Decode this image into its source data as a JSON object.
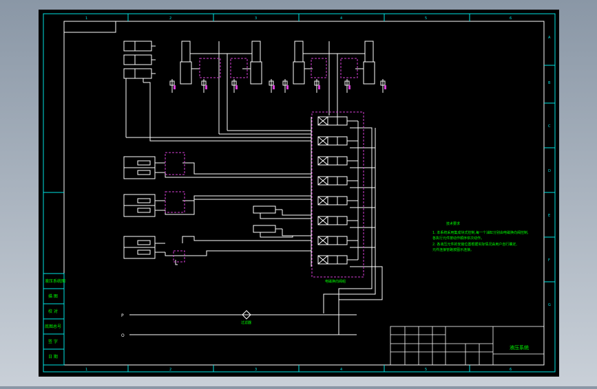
{
  "colors": {
    "canvas": "#000000",
    "sheet_border": "#00e5e5",
    "lines": "#ffffff",
    "dashed_groups": "#d63fd6",
    "text": "#00ff00",
    "frame_text": "#b8c4ff"
  },
  "grid_columns": [
    "1",
    "2",
    "3",
    "4",
    "5",
    "6"
  ],
  "grid_rows": [
    "A",
    "B",
    "C",
    "D",
    "E",
    "F",
    "G"
  ],
  "labels": {
    "main_note": "技术要求",
    "title_block_name": "液压系统",
    "pressure_line": "P",
    "return_line": "O",
    "filter_label": "过滤器",
    "valve_group_label": "电磁换向阀组",
    "left_strip": [
      "液压系统图",
      "描 图",
      "校 对",
      "底图总号",
      "签 字",
      "日 期"
    ],
    "tech_notes": [
      "1. 本系统采用集成块式控制,每一个油缸分别由电磁换向阀控制,",
      "   各执行元件按动作顺序依次动作。",
      "2. 各液压元件的安装位置根据实际情况由用户自行确定,",
      "   元件连接管路按图示连接。"
    ]
  }
}
